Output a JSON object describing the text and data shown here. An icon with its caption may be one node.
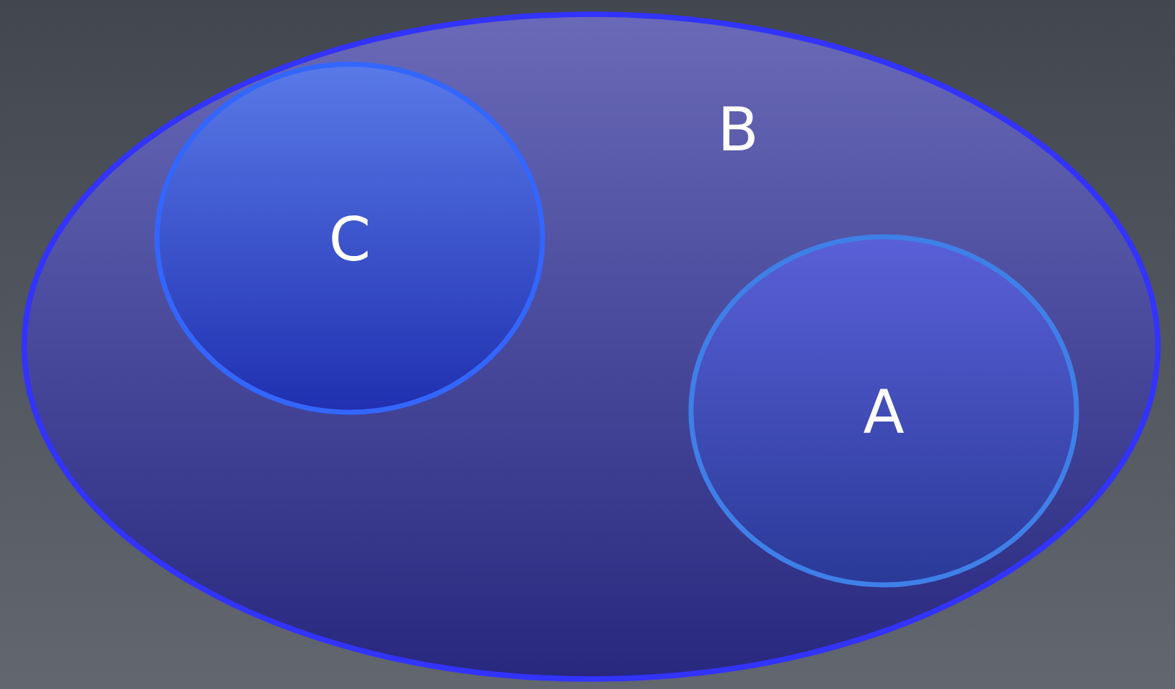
{
  "diagram": {
    "nodes": [
      {
        "text": [
          "B"
        ]
      },
      {
        "text": [
          "C"
        ],
        "in": 0
      },
      {
        "text": [
          "A"
        ],
        "in": 0
      }
    ]
  }
}
